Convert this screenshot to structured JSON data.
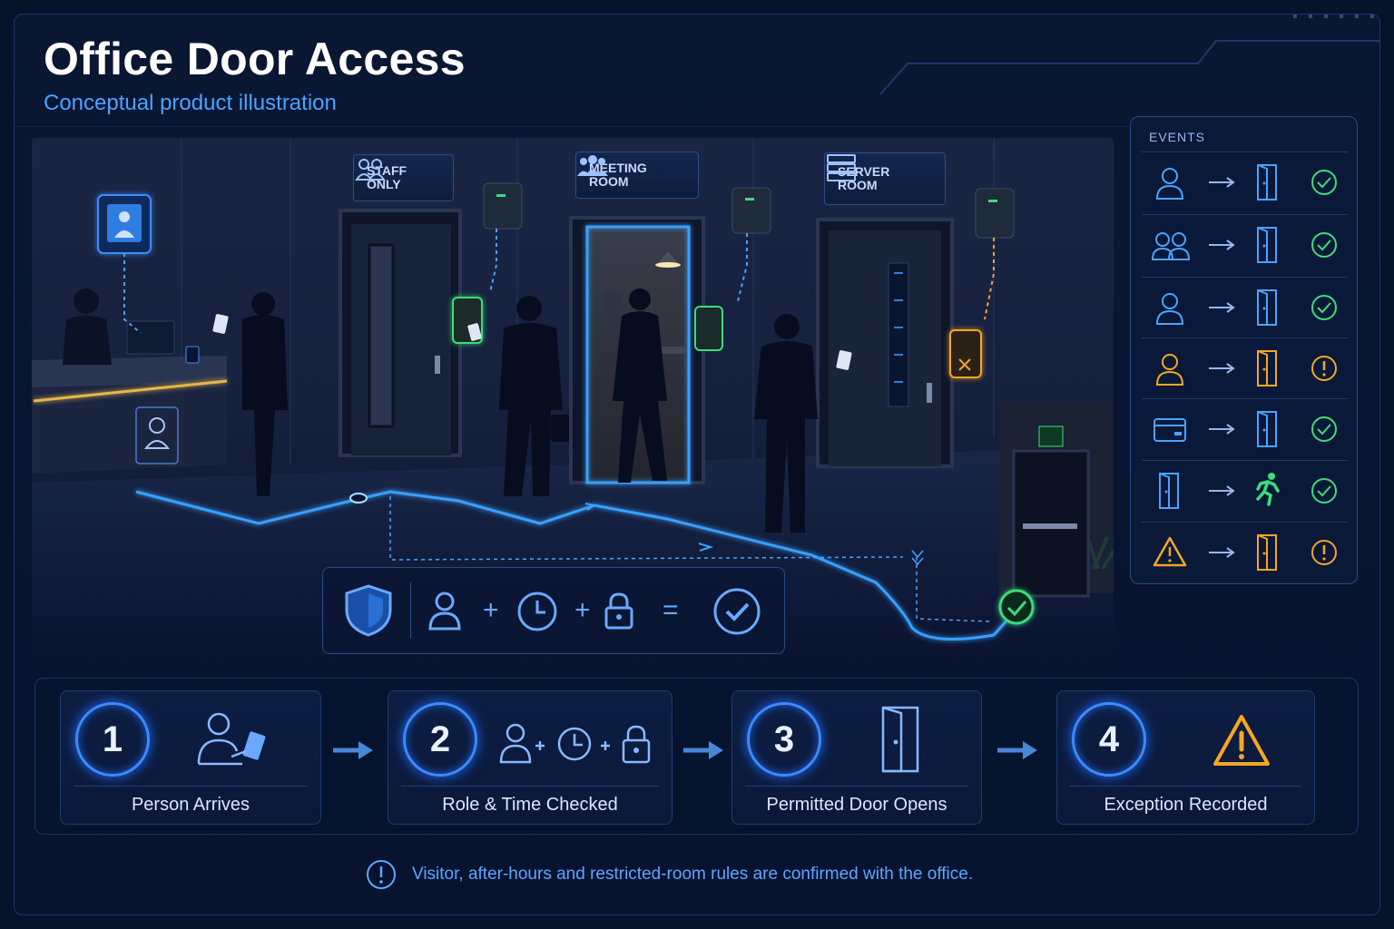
{
  "header": {
    "title": "Office Door Access",
    "subtitle": "Conceptual product illustration"
  },
  "scene": {
    "signs": [
      {
        "label": "STAFF\nONLY",
        "icon": "group-icon"
      },
      {
        "label": "MEETING\nROOM",
        "icon": "meeting-group-icon"
      },
      {
        "label": "SERVER\nROOM",
        "icon": "server-rack-icon"
      }
    ],
    "formula": {
      "items": [
        "shield-icon",
        "person-icon",
        "clock-icon",
        "lock-icon",
        "check-circle-icon"
      ],
      "ops": [
        "+",
        "+",
        "="
      ]
    }
  },
  "events": {
    "heading": "EVENTS",
    "rows": [
      {
        "source": "person-icon",
        "target": "door-icon",
        "status": "check-circle-icon",
        "color": "#4aa3ff",
        "status_color": "#3ddc7a"
      },
      {
        "source": "group-icon",
        "target": "door-icon",
        "status": "check-circle-icon",
        "color": "#4aa3ff",
        "status_color": "#3ddc7a"
      },
      {
        "source": "person-icon",
        "target": "door-icon",
        "status": "check-circle-icon",
        "color": "#4aa3ff",
        "status_color": "#3ddc7a"
      },
      {
        "source": "person-icon",
        "target": "door-icon",
        "status": "exclamation-circle-icon",
        "color": "#f5a623",
        "status_color": "#f5a623"
      },
      {
        "source": "card-icon",
        "target": "door-icon",
        "status": "check-circle-icon",
        "color": "#4aa3ff",
        "status_color": "#3ddc7a"
      },
      {
        "source": "door-icon",
        "target": "running-exit-icon",
        "status": "check-circle-icon",
        "color": "#4aa3ff",
        "status_color": "#3ddc7a"
      },
      {
        "source": "warning-triangle-icon",
        "target": "door-icon",
        "status": "exclamation-circle-icon",
        "color": "#f5a623",
        "status_color": "#f5a623"
      }
    ]
  },
  "steps": [
    {
      "number": "1",
      "caption": "Person Arrives",
      "icon": "person-with-card-icon"
    },
    {
      "number": "2",
      "caption": "Role & Time Checked",
      "icon": "person-clock-lock-icon"
    },
    {
      "number": "3",
      "caption": "Permitted Door Opens",
      "icon": "open-door-icon"
    },
    {
      "number": "4",
      "caption": "Exception Recorded",
      "icon": "warning-triangle-icon"
    }
  ],
  "note": {
    "text": "Visitor, after-hours and restricted-room rules are confirmed with the office.",
    "icon": "info-circle-icon"
  },
  "colors": {
    "accent": "#4aa3ff",
    "success": "#3ddc7a",
    "warning": "#f5a623",
    "background": "#07122b"
  }
}
